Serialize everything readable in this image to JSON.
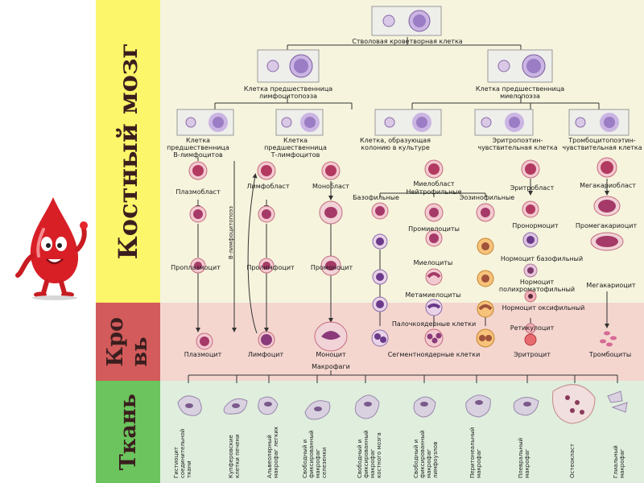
{
  "sections": {
    "bone_marrow": "Костный мозг",
    "blood": "Кро\nвь",
    "tissue": "Ткань"
  },
  "colors": {
    "bone_marrow_band": "#fbf66a",
    "blood_band": "#d35b5b",
    "tissue_band": "#6bc45d",
    "content_bg_top": "#f6f4dd",
    "content_bg_blood": "#f4d6cf",
    "content_bg_tissue": "#dfeedd"
  },
  "mascot": "blood-drop-mascot",
  "labels": {
    "stem": "Стволовая кроветворная клетка",
    "lymph_prog": "Клетка предшественница\nлимфоцитопоэза",
    "myelo_prog": "Клетка предшественница\nмиелопоэза",
    "b_prog": "Клетка\nпредшественница\nВ-лимфоцитов",
    "t_prog": "Клетка\nпредшественница\nТ-лимфоцитов",
    "colony": "Клетка, образующая\nколонию в культуре",
    "epo": "Эритропоэтин-\nчувствительная клетка",
    "tpo": "Тромбоцитопоэтин-\nчувствительная клетка",
    "plasmoblast": "Плазмобласт",
    "lymphoblast": "Лимфобласт",
    "monoblast": "Монобласт",
    "myeloblast": "Миелобласт",
    "basophilic": "Базофильные",
    "neutrophilic": "Нейтрофильные",
    "eosinophilic": "Эозинофильные",
    "erythroblast": "Эритробласт",
    "megakaryoblast": "Мегакариобласт",
    "b_lymphopoiesis": "В-лимфоцитопоэз",
    "promyelocytes": "Промиелоциты",
    "pronormocyte": "Пронормоцит",
    "promegakaryocyte": "Промегакариоцит",
    "proplasmocyte": "Проплазмоцит",
    "prolymphocyte": "Пролимфоцит",
    "promonocyte": "Промоноцит",
    "myelocytes": "Миелоциты",
    "normocyte_basophilic": "Нормоцит базофильный",
    "normocyte_poly": "Нормоцит\nполихроматофильный",
    "megakaryocyte": "Мегакариоцит",
    "metamyelocytes": "Метамиелоциты",
    "normocyte_oxy": "Нормоцит оксифильный",
    "band_cells": "Палочкоядерные клетки",
    "reticulocyte": "Ретикулоцит",
    "plasmocyte": "Плазмоцит",
    "lymphocyte": "Лимфоцит",
    "monocyte": "Моноцит",
    "segmented": "Сегментноядерные клетки",
    "erythrocyte": "Эритроцит",
    "thrombocytes": "Тромбоциты",
    "macrophages": "Макрофаги"
  },
  "tissue_labels": [
    "Гистиоцит\nсоединительной\nткани",
    "Купферовские\nклетки печени",
    "Альвеолярный\nмакрофаг легких",
    "Свободный и\nфиксированный\nмакрофаг\nселезенки",
    "Свободный и\nфиксированный\nмакрофаг\nкостного мозга",
    "Свободный и\nфиксированный\nмакрофаг\nлимфоузлов",
    "Перитонеальный\nмакрофаг",
    "Плевральный\nмакрофаг",
    "Остеокласт",
    "Глиальный\nмакрофаг"
  ]
}
